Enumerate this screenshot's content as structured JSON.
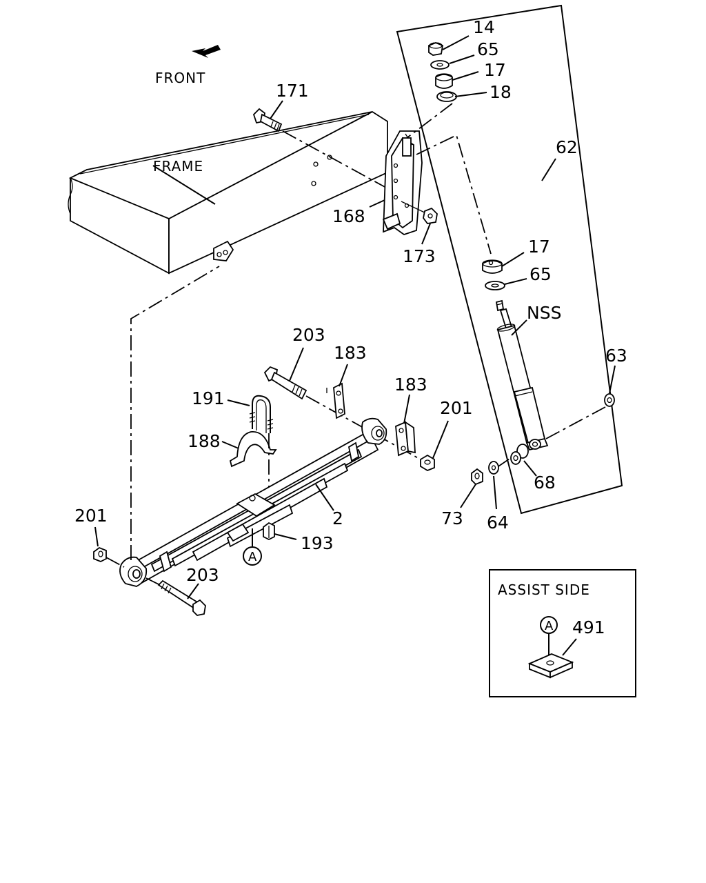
{
  "labels": {
    "front": "FRONT",
    "frame": "FRAME",
    "assist_side": "ASSIST SIDE",
    "ref_a": "A"
  },
  "callouts": {
    "n14": "14",
    "n65_top": "65",
    "n17_top": "17",
    "n18": "18",
    "n171": "171",
    "n62": "62",
    "n168": "168",
    "n173": "173",
    "n17_mid": "17",
    "n65_mid": "65",
    "nss": "NSS",
    "n203_top": "203",
    "n183_left": "183",
    "n183_right": "183",
    "n201_right": "201",
    "n63": "63",
    "n191": "191",
    "n188": "188",
    "n68": "68",
    "n2": "2",
    "n73": "73",
    "n64": "64",
    "n201_left": "201",
    "n193": "193",
    "n203_bottom": "203",
    "n491": "491"
  }
}
